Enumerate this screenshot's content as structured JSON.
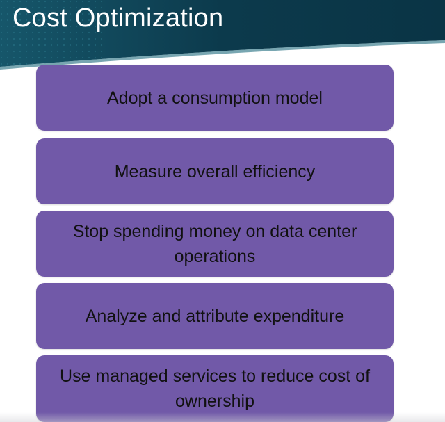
{
  "slide": {
    "title": "Cost Optimization",
    "items": [
      {
        "label": "Adopt a consumption model"
      },
      {
        "label": "Measure overall efficiency"
      },
      {
        "label": "Stop spending money on data center operations"
      },
      {
        "label": "Analyze and attribute expenditure"
      },
      {
        "label": "Use managed services to reduce cost of ownership"
      }
    ]
  },
  "colors": {
    "header_dark": "#0c3a4c",
    "header_teal": "#1a6275",
    "box_fill": "#7159a8",
    "text": "#111111"
  }
}
